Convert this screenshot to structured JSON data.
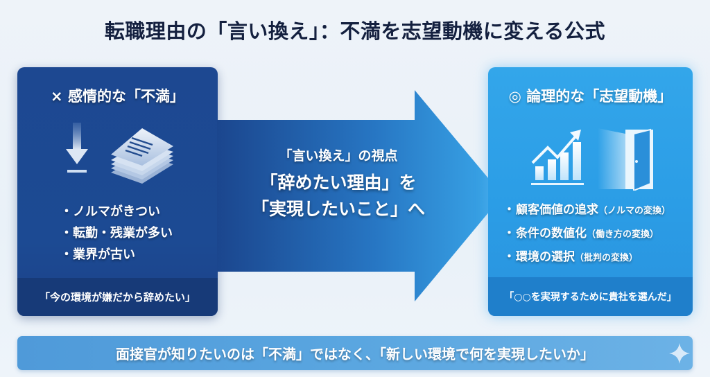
{
  "title": "転職理由の「言い換え」：不満を志望動機に変える公式",
  "left_card": {
    "heading": "× 感情的な「不満」",
    "icons": [
      "down-arrow-icon",
      "paper-stack-icon"
    ],
    "bullets": [
      "ノルマがきつい",
      "転勤・残業が多い",
      "業界が古い"
    ],
    "quote": "「今の環境が嫌だから辞めたい」",
    "bg_color": "#1d4891"
  },
  "arrow": {
    "sub": "「言い換え」の視点",
    "main_line1": "「辞めたい理由」を",
    "main_line2": "「実現したいこと」へ"
  },
  "right_card": {
    "heading": "◎ 論理的な「志望動機」",
    "icons": [
      "growth-chart-icon",
      "open-door-icon"
    ],
    "bullets": [
      {
        "text": "顧客価値の追求",
        "note": "（ノルマの変換）"
      },
      {
        "text": "条件の数値化",
        "note": "（働き方の変換）"
      },
      {
        "text": "環境の選択",
        "note": "（批判の変換）"
      }
    ],
    "quote": "「○○を実現するために貴社を選んだ」",
    "bg_color": "#2b9de6"
  },
  "banner": {
    "text": "面接官が知りたいのは「不満」ではなく、「新しい環境で何を実現したいか」"
  }
}
